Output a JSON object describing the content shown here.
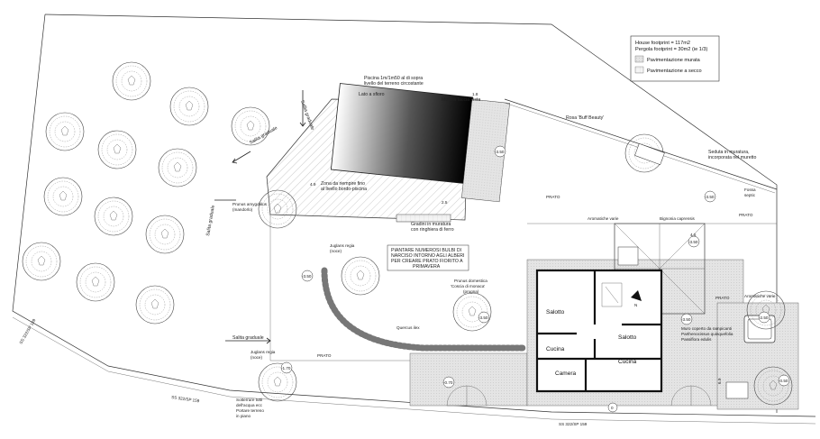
{
  "legend": {
    "house_footprint": "House footprint = 117m2",
    "pergola_footprint": "Pergola footprint = 30m2 (ie 1/3)",
    "pav_murata": "Pavimentazione murata",
    "pav_secco": "Pavimentazione a secco"
  },
  "pool": {
    "piscina": "Piscina 1m/1m50 al di sopra",
    "piscina2": "livello del terreno circostante",
    "lato": "Lato a sfioro",
    "muro": "Muro a faccia vista",
    "zona1": "Zona da riempire fino",
    "zona2": "al livello bordo-piscina",
    "gradini1": "Gradini in muratura",
    "gradini2": "con ringhiera di ferro",
    "dim_18": "1.8",
    "dim_49": "4.9",
    "dim_25": "2.5"
  },
  "labels": {
    "rosa": "Rosa 'Buff Beauty'",
    "seduta1": "Seduta in muratura,",
    "seduta2": "incorporata nel muretto",
    "fossa": "Fossa",
    "septic": "septic",
    "prato": "PRATO",
    "salita": "Salita graduale",
    "prunus1": "Prunus amygdalus",
    "prunus2": "(mandorlo)",
    "juglans1": "Juglans regia",
    "juglans2": "(noce)",
    "piantare1": "PIANTARE NUMEROSI BULBI DI",
    "piantare2": "NARCISO INTORNO AGLI ALBERI",
    "piantare3": "PER CREARE PRATO FIORITO A",
    "piantare4": "PRIMAVERA",
    "prunus_dom1": "Prunus domestica",
    "prunus_dom2": "'Coscia di monaca'",
    "prunus_dom3": "(prugna)",
    "quercus": "Quercus ilex",
    "aromatiche": "Aromatiche varie",
    "bignonia": "Bignonia caprensis",
    "aromatiche_varie": "Aromatiche varie",
    "muro_coperto1": "Muro coperto da rampicanti",
    "muro_coperto2": "Parthenocissus quinquefolia",
    "muro_coperto3": "Passiflora edulis",
    "sotterrare1": "Sotterrare tutti",
    "sotterrare2": "dell'acqua ecc",
    "sotterrare3": "Portare terreno",
    "sotterrare4": "in piano",
    "road1": "SS 322/SP 159",
    "road2": "SS 322/SP 159",
    "road3": "SS 322/SP 159"
  },
  "levels": {
    "l1": "-3.50",
    "l2": "-3.50",
    "l3": "-3.50",
    "l4": "-3.50",
    "l5": "-3.50",
    "l6": "-3.50",
    "l7": "-1.70",
    "l8": "-0.70",
    "l9": "-2.50",
    "l10": "-0.50",
    "l11": "0",
    "d45": "4.5",
    "d69": "6.9"
  },
  "rooms": {
    "salotto1": "Salotto",
    "salotto2": "Salotto",
    "cucina1": "Cucina",
    "cucina2": "Cucina",
    "camera": "Camera",
    "n": "N"
  }
}
